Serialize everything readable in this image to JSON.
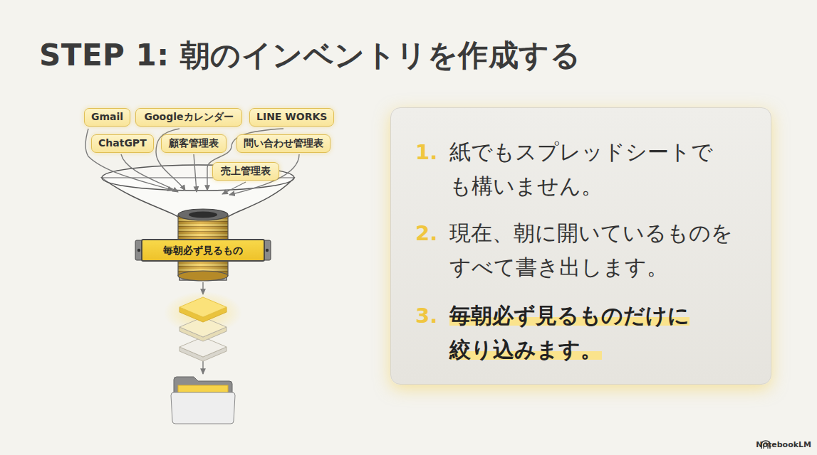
{
  "diagram": {
    "title": "STEP 1: 朝のインベントリを作成する",
    "nodes": [
      {
        "text": [
          "Gmail"
        ]
      },
      {
        "text": [
          "Googleカレンダー"
        ]
      },
      {
        "text": [
          "LINE WORKS"
        ]
      },
      {
        "text": [
          "ChatGPT"
        ]
      },
      {
        "text": [
          "顧客管理表"
        ]
      },
      {
        "text": [
          "問い合わせ管理表"
        ]
      },
      {
        "text": [
          "売上管理表"
        ]
      },
      {
        "text": [
          "毎朝必ず見るもの"
        ]
      },
      {
        "text": [
          "1.",
          "紙でもスプレッドシートでも構いません。",
          "2.",
          "現在、朝に開いているものをすべて書き出します。",
          "3.",
          "毎朝必ず見るものだけに絞り込みます。"
        ]
      }
    ],
    "labels": [
      "NotebookLM"
    ]
  }
}
